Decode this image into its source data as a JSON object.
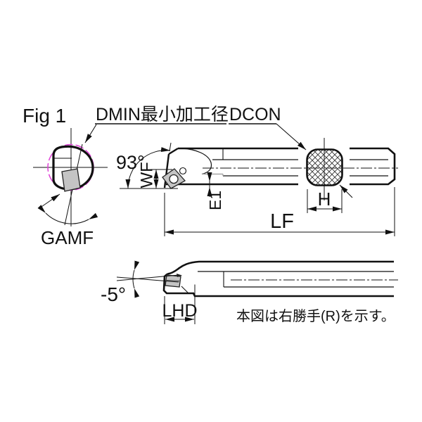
{
  "figure": {
    "title": "Fig 1",
    "note": "本図は右勝手(R)を示す。"
  },
  "callouts": {
    "dmin": "DMIN最小加工径",
    "dcon": "DCON"
  },
  "dimensions": {
    "lead_angle": "93°",
    "wf": "WF",
    "e1": "E1",
    "h": "H",
    "lf": "LF",
    "gamf": "GAMF",
    "rake_angle": "-5°",
    "lhd": "LHD"
  },
  "colors": {
    "line": "#111111",
    "min_bore_circle": "#e040d8",
    "insert_fill": "#c4c4c4",
    "reference_gray": "#a6a6a6",
    "background": "#ffffff"
  }
}
